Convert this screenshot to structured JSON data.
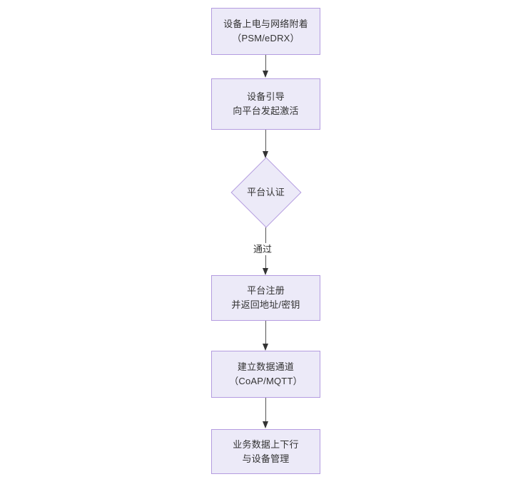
{
  "diagram": {
    "type": "flowchart",
    "orientation": "top-to-bottom",
    "background_color": "#FFFFFF",
    "node_fill_color": "#ECEAF8",
    "node_border_color": "#B49CE0",
    "text_color": "#333333",
    "edge_color": "#555555",
    "nodes": [
      {
        "id": "power-on",
        "shape": "rectangle",
        "label": "设备上电与网络附着\n（PSM/eDRX）"
      },
      {
        "id": "bootstrap",
        "shape": "rectangle",
        "label": "设备引导\n向平台发起激活"
      },
      {
        "id": "platform-auth",
        "shape": "diamond",
        "label": "平台认证"
      },
      {
        "id": "platform-register",
        "shape": "rectangle",
        "label": "平台注册\n并返回地址/密钥"
      },
      {
        "id": "data-channel",
        "shape": "rectangle",
        "label": "建立数据通道\n（CoAP/MQTT）"
      },
      {
        "id": "service-data",
        "shape": "rectangle",
        "label": "业务数据上下行\n与设备管理"
      }
    ],
    "edges": [
      {
        "id": "e1",
        "from": "power-on",
        "to": "bootstrap",
        "label": ""
      },
      {
        "id": "e2",
        "from": "bootstrap",
        "to": "platform-auth",
        "label": ""
      },
      {
        "id": "e3",
        "from": "platform-auth",
        "to": "platform-register",
        "label": "通过"
      },
      {
        "id": "e4",
        "from": "platform-register",
        "to": "data-channel",
        "label": ""
      },
      {
        "id": "e5",
        "from": "data-channel",
        "to": "service-data",
        "label": ""
      }
    ]
  }
}
